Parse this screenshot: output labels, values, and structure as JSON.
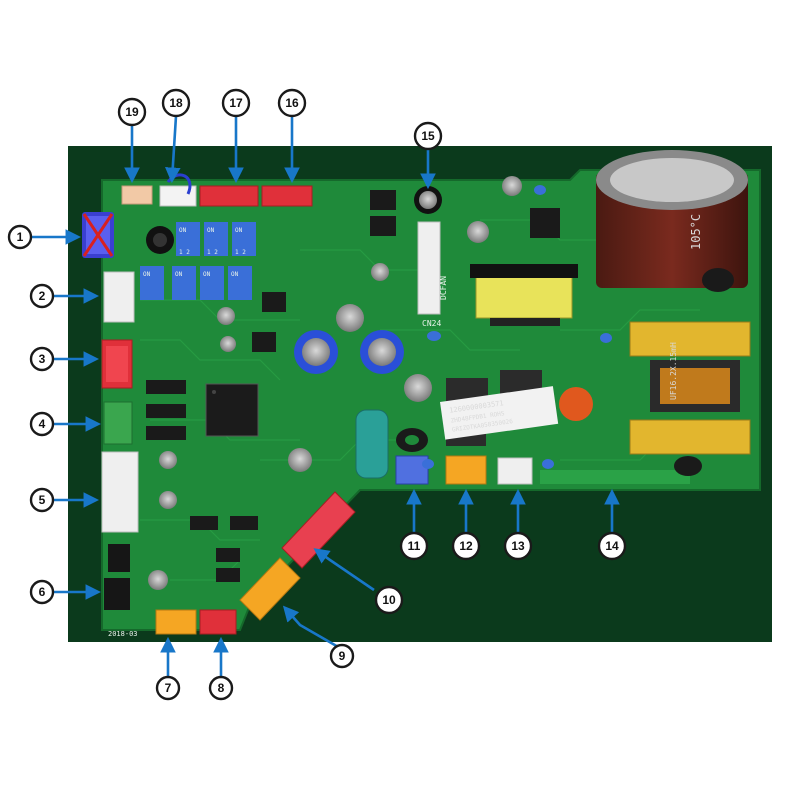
{
  "image": {
    "subject": "air-conditioner-control-pcb",
    "colors": {
      "background": "#ffffff",
      "board_frame": "#0b3a1c",
      "board": "#1f8a3a",
      "leader": "#1877c9",
      "callout_border": "#1a1a1a"
    }
  },
  "callouts": [
    {
      "id": 1,
      "label": "1"
    },
    {
      "id": 2,
      "label": "2"
    },
    {
      "id": 3,
      "label": "3"
    },
    {
      "id": 4,
      "label": "4"
    },
    {
      "id": 5,
      "label": "5"
    },
    {
      "id": 6,
      "label": "6"
    },
    {
      "id": 7,
      "label": "7"
    },
    {
      "id": 8,
      "label": "8"
    },
    {
      "id": 9,
      "label": "9"
    },
    {
      "id": 10,
      "label": "10"
    },
    {
      "id": 11,
      "label": "11"
    },
    {
      "id": 12,
      "label": "12"
    },
    {
      "id": 13,
      "label": "13"
    },
    {
      "id": 14,
      "label": "14"
    },
    {
      "id": 15,
      "label": "15"
    },
    {
      "id": 16,
      "label": "16"
    },
    {
      "id": 17,
      "label": "17"
    },
    {
      "id": 18,
      "label": "18"
    },
    {
      "id": 19,
      "label": "19"
    }
  ],
  "board_markings": {
    "cn24": "CN24",
    "dcfan": "DCFAN",
    "dip_on": "ON",
    "dip_12": "1 2",
    "inductor": "UF16.2X.15mH",
    "capacitor_temp": "105°C",
    "label_line1": "1260000003571",
    "label_line2": "ZHD48FPDB1 ROHS",
    "label_line3": "GRIZOTKA058350026",
    "date": "2018-03"
  }
}
